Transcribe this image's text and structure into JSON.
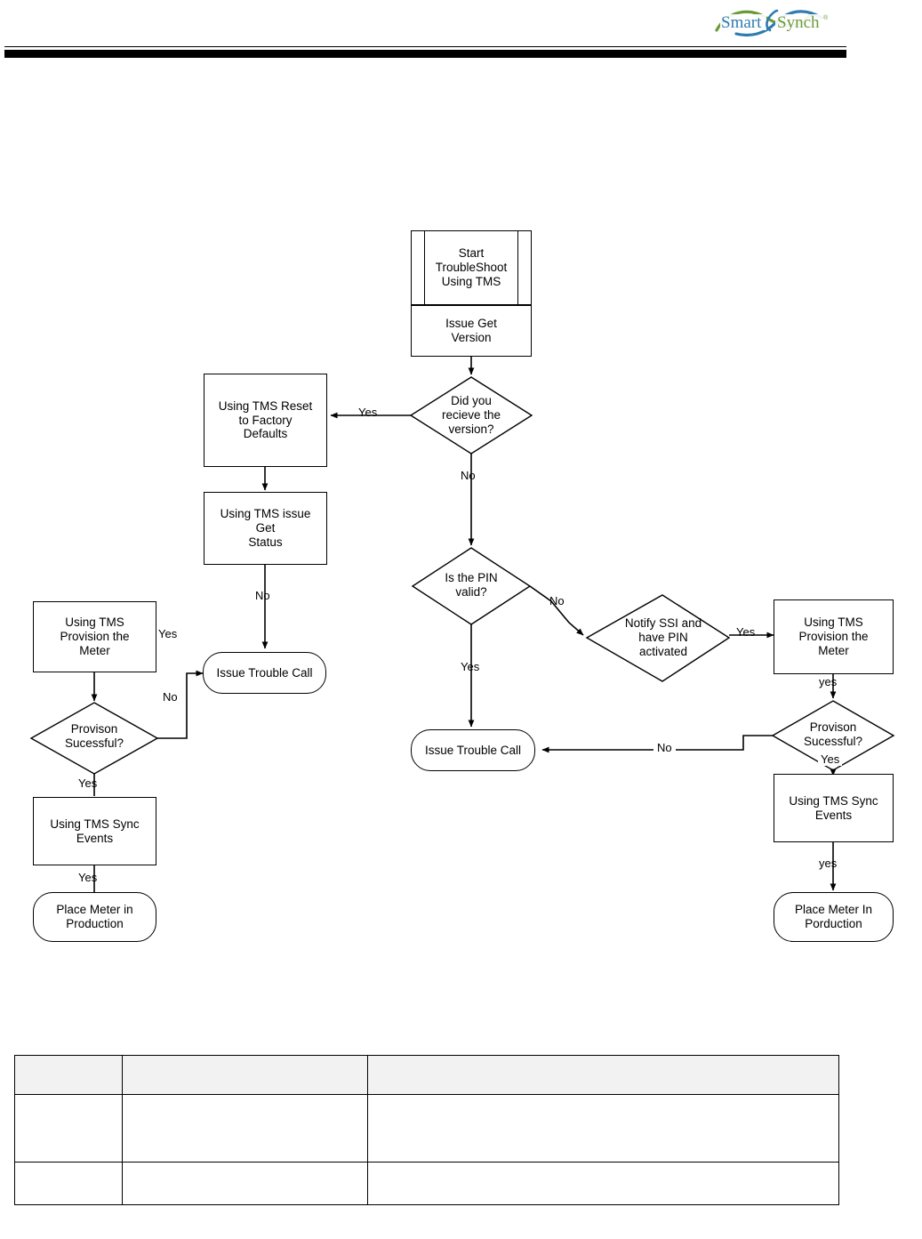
{
  "header": {
    "logo": {
      "icon": "smartsynch-logo",
      "text_primary": "Smart",
      "text_secondary": "Synch",
      "trademark": "®",
      "color_primary": "#1f6fa8",
      "color_secondary": "#6a9a38"
    }
  },
  "flowchart": {
    "title": "TMS Troubleshooting Flow",
    "nodes": {
      "start": "Start\nTroubleShoot\nUsing TMS",
      "issue_get_version": "Issue Get\nVersion",
      "did_you_receive_version": "Did you\nrecieve the\nversion?",
      "reset_to_factory": "Using TMS Reset\nto Factory\nDefaults",
      "get_status": "Using TMS issue\nGet\nStatus",
      "issue_trouble_call_left": "Issue Trouble Call",
      "provision_meter_left": "Using TMS\nProvision the\nMeter",
      "provision_successful_left": "Provison\nSucessful?",
      "sync_events_left": "Using TMS Sync\nEvents",
      "place_meter_left": "Place Meter in\nProduction",
      "is_pin_valid": "Is the PIN\nvalid?",
      "notify_ssi": "Notify SSI and\nhave PIN\nactivated",
      "issue_trouble_call_center": "Issue Trouble Call",
      "provision_meter_right": "Using TMS\nProvision the\nMeter",
      "provision_successful_right": "Provison\nSucessful?",
      "sync_events_right": "Using TMS Sync\nEvents",
      "place_meter_right": "Place Meter In\nPorduction"
    },
    "edge_labels": {
      "version_yes": "Yes",
      "version_no": "No",
      "get_status_no": "No",
      "provision_left_yes": "Yes",
      "provision_left_no": "No",
      "provision_successful_left_yes": "Yes",
      "sync_left_yes": "Yes",
      "pin_yes": "Yes",
      "pin_no": "No",
      "notify_yes": "Yes",
      "provision_right_yes": "yes",
      "provision_successful_right_yes": "Yes",
      "provision_successful_right_no": "No",
      "sync_right_yes": "yes"
    }
  },
  "table": {
    "columns": [
      "",
      "",
      ""
    ],
    "rows": [
      [
        "",
        "",
        ""
      ],
      [
        "",
        "",
        ""
      ]
    ]
  }
}
